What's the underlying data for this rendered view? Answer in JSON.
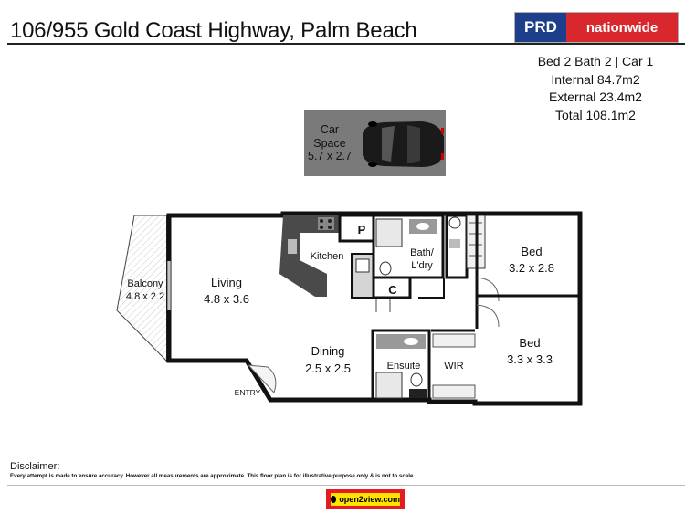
{
  "header": {
    "address": "106/955 Gold Coast Highway, Palm Beach",
    "brand": {
      "part1": "PRD",
      "part2": "nationwide",
      "color1": "#1d3e8a",
      "color2": "#d9272e"
    }
  },
  "summary": {
    "line1": "Bed 2 Bath 2 | Car 1",
    "line2": "Internal 84.7m2",
    "line3": "External 23.4m2",
    "line4": "Total 108.1m2"
  },
  "plan": {
    "car": {
      "l1": "Car",
      "l2": "Space",
      "l3": "5.7 x 2.7"
    },
    "balcony": {
      "name": "Balcony",
      "dim": "4.8 x 2.2"
    },
    "living": {
      "name": "Living",
      "dim": "4.8 x 3.6"
    },
    "kitchen": {
      "name": "Kitchen"
    },
    "pantry": {
      "name": "P"
    },
    "cupboard": {
      "name": "C"
    },
    "bath": {
      "l1": "Bath/",
      "l2": "L'dry"
    },
    "bed1": {
      "name": "Bed",
      "dim": "3.2 x 2.8"
    },
    "bed2": {
      "name": "Bed",
      "dim": "3.3 x 3.3"
    },
    "dining": {
      "name": "Dining",
      "dim": "2.5 x 2.5"
    },
    "ensuite": {
      "name": "Ensuite"
    },
    "wir": {
      "name": "WIR"
    },
    "entry": {
      "name": "ENTRY"
    }
  },
  "footer": {
    "disclaimer_heading": "Disclaimer:",
    "disclaimer_text": "Every attempt is made to ensure accuracy. However all measurements are approximate. This floor plan is for illustrative purpose only & is not to scale.",
    "badge": "open2view.com"
  }
}
